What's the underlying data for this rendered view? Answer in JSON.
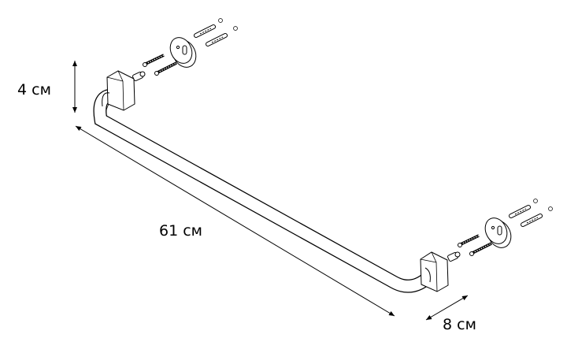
{
  "dimensions": {
    "height": "4 см",
    "length": "61 см",
    "depth": "8 см"
  },
  "colors": {
    "line": "#000000",
    "background": "#ffffff"
  }
}
